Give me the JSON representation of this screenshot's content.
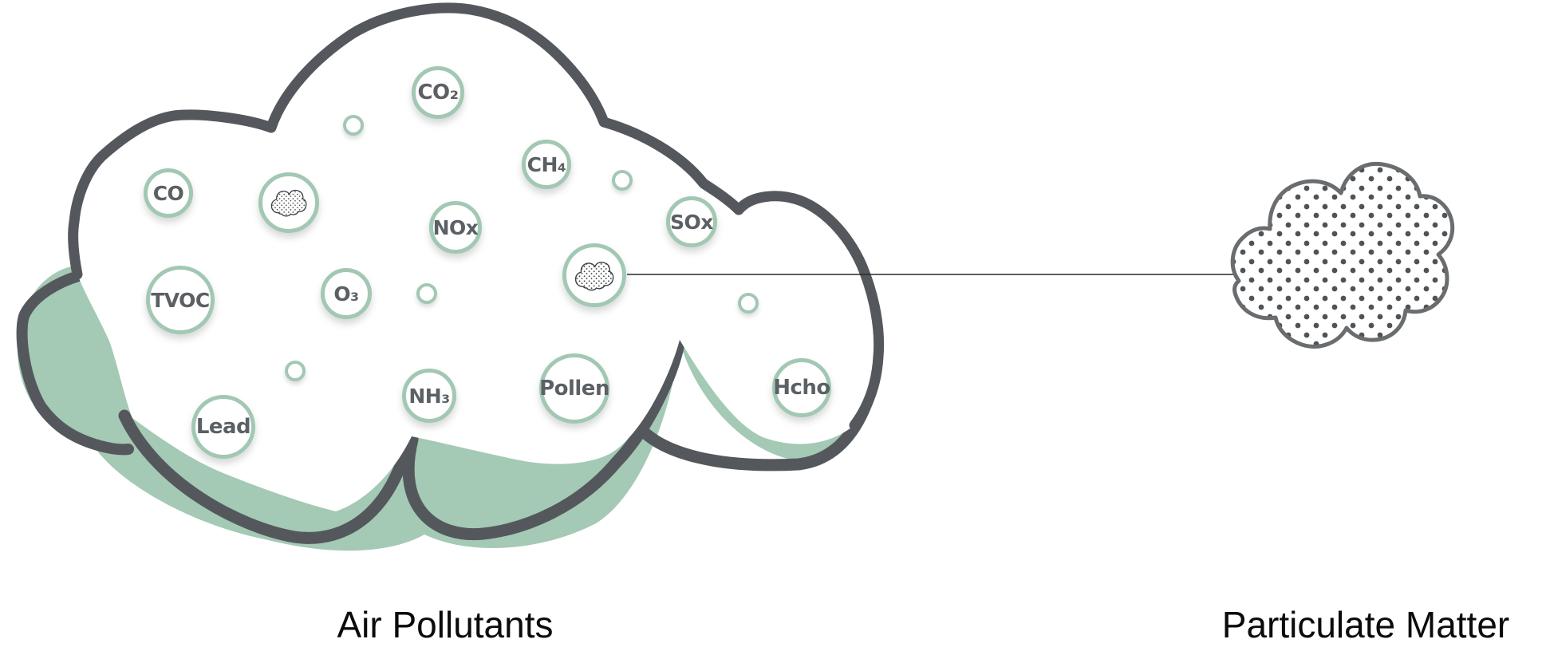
{
  "diagram": {
    "left_cloud": {
      "title": "Air Pollutants",
      "pollutants": {
        "co2": {
          "label": "CO₂"
        },
        "ch4": {
          "label": "CH₄"
        },
        "co": {
          "label": "CO"
        },
        "nox": {
          "label": "NOx"
        },
        "sox": {
          "label": "SOx"
        },
        "tvoc": {
          "label": "TVOC"
        },
        "o3": {
          "label": "O₃"
        },
        "nh3": {
          "label": "NH₃"
        },
        "pollen": {
          "label": "Pollen"
        },
        "lead": {
          "label": "Lead"
        },
        "hcho": {
          "label": "Hcho"
        }
      },
      "particle_icon_bubbles": 2,
      "empty_bubbles": 5
    },
    "right_cloud": {
      "title": "Particulate Matter"
    },
    "connector": {
      "from": "particle icon bubble inside left cloud",
      "to": "particulate matter cloud"
    },
    "colors": {
      "cloud_outline": "#54585c",
      "cloud_shadow_teal": "#a4c9b5",
      "bubble_border": "#a2c8b3",
      "bubble_text": "#5b6064",
      "stipple_dot": "#4f5356",
      "right_cloud_outline": "#6a6d6f",
      "connector_line": "#2a2a2a",
      "title_text": "#0b0b0b"
    }
  }
}
